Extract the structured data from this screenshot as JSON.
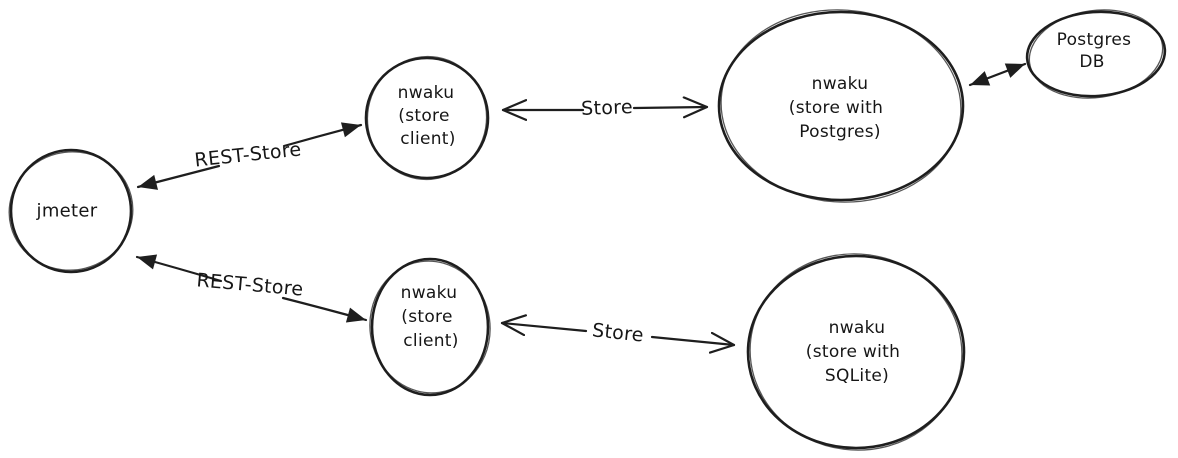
{
  "colors": {
    "stroke": "#1e1e1e",
    "background": "#ffffff",
    "text": "#161616"
  },
  "nodes": {
    "jmeter": {
      "lines": [
        "jmeter"
      ]
    },
    "client_top": {
      "lines": [
        "nwaku",
        "(store",
        "client)"
      ]
    },
    "store_postgres": {
      "lines": [
        "nwaku",
        "(store with",
        "Postgres)"
      ]
    },
    "postgres_db": {
      "lines": [
        "Postgres",
        "DB"
      ]
    },
    "client_bottom": {
      "lines": [
        "nwaku",
        "(store",
        "client)"
      ]
    },
    "store_sqlite": {
      "lines": [
        "nwaku",
        "(store with",
        "SQLite)"
      ]
    }
  },
  "edges": {
    "rest_store_top": {
      "label": "REST-Store"
    },
    "store_top": {
      "label": "Store"
    },
    "rest_store_bottom": {
      "label": "REST-Store"
    },
    "store_bottom": {
      "label": "Store"
    }
  }
}
